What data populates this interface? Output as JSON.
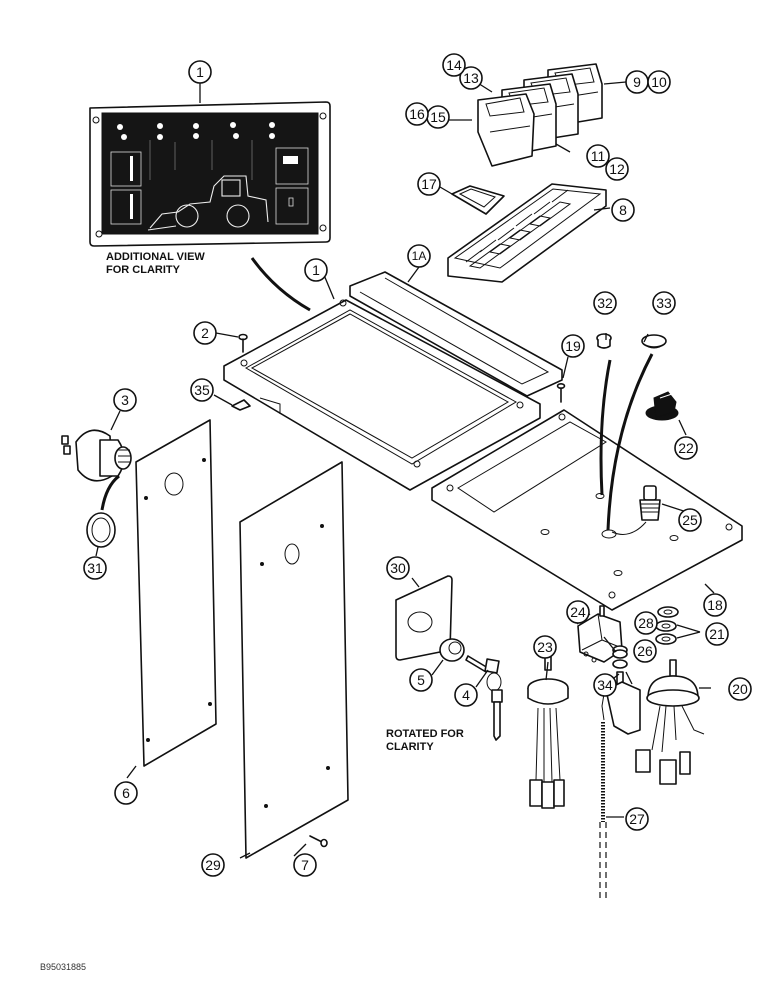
{
  "figure": {
    "id_label": "B95031885",
    "notes": {
      "additional_view_line1": "ADDITIONAL VIEW",
      "additional_view_line2": "FOR CLARITY",
      "rotated_line1": "ROTATED FOR",
      "rotated_line2": "CLARITY"
    }
  },
  "callouts": [
    {
      "num": "1",
      "part": "instrument-panel-top-view"
    },
    {
      "num": "1",
      "part": "instrument-panel-frame"
    },
    {
      "num": "1A",
      "part": "panel-gasket-frame"
    },
    {
      "num": "2",
      "part": "screw"
    },
    {
      "num": "3",
      "part": "key-switch"
    },
    {
      "num": "4",
      "part": "key"
    },
    {
      "num": "5",
      "part": "nut"
    },
    {
      "num": "6",
      "part": "left-side-panel"
    },
    {
      "num": "7",
      "part": "screw"
    },
    {
      "num": "8",
      "part": "switch-housing"
    },
    {
      "num": "9",
      "part": "rocker-switch"
    },
    {
      "num": "10",
      "part": "rocker-switch"
    },
    {
      "num": "11",
      "part": "rocker-switch"
    },
    {
      "num": "12",
      "part": "rocker-switch"
    },
    {
      "num": "13",
      "part": "rocker-switch"
    },
    {
      "num": "14",
      "part": "rocker-switch"
    },
    {
      "num": "15",
      "part": "rocker-switch"
    },
    {
      "num": "16",
      "part": "rocker-switch"
    },
    {
      "num": "17",
      "part": "blank-plug"
    },
    {
      "num": "18",
      "part": "console-plate"
    },
    {
      "num": "19",
      "part": "screw"
    },
    {
      "num": "20",
      "part": "rotary-switch"
    },
    {
      "num": "21",
      "part": "washers"
    },
    {
      "num": "22",
      "part": "knob"
    },
    {
      "num": "23",
      "part": "rotary-switch"
    },
    {
      "num": "24",
      "part": "relay-switch"
    },
    {
      "num": "25",
      "part": "push-button"
    },
    {
      "num": "26",
      "part": "bracket"
    },
    {
      "num": "27",
      "part": "cable"
    },
    {
      "num": "28",
      "part": "nut"
    },
    {
      "num": "29",
      "part": "right-side-panel"
    },
    {
      "num": "30",
      "part": "plate"
    },
    {
      "num": "31",
      "part": "bezel-ring"
    },
    {
      "num": "32",
      "part": "plug-small"
    },
    {
      "num": "33",
      "part": "plug-large"
    },
    {
      "num": "34",
      "part": "washer"
    },
    {
      "num": "35",
      "part": "clip"
    }
  ]
}
